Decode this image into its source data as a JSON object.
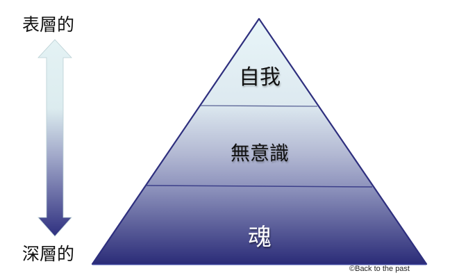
{
  "axis": {
    "top_label": "表層的",
    "bottom_label": "深層的",
    "arrow": "double-headed-vertical-arrow"
  },
  "pyramid": {
    "layers": [
      {
        "label": "自我",
        "position": "top"
      },
      {
        "label": "無意識",
        "position": "middle"
      },
      {
        "label": "魂",
        "position": "bottom"
      }
    ],
    "colors": {
      "outline": "#2e2f7e",
      "top_fill": "#e3f1f5",
      "bottom_fill": "#2b2c78"
    }
  },
  "credit": "©Back to the past"
}
